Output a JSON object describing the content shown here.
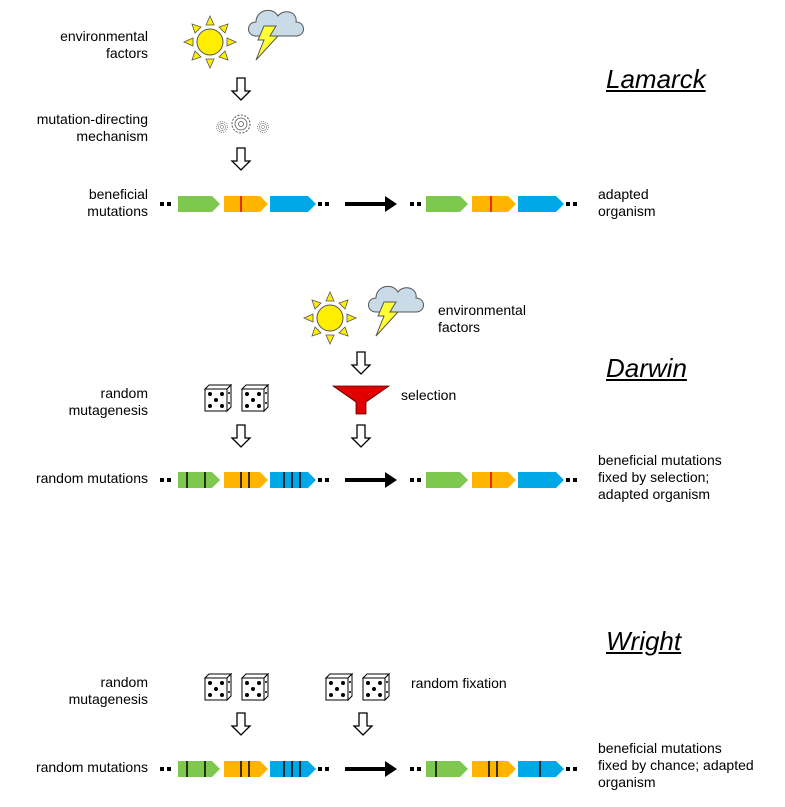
{
  "colors": {
    "green": "#7ec850",
    "orange": "#ffb400",
    "blue": "#00a8e8",
    "mutation_red": "#e00000",
    "sun": "#ffee00",
    "bolt": "#ffff33",
    "cloud": "#c8dbe6",
    "funnel": "#e00000"
  },
  "lamarck": {
    "title": "Lamarck",
    "env_label": "environmental\nfactors",
    "mechanism_label": "mutation-directing\nmechanism",
    "left_label": "beneficial\nmutations",
    "right_label": "adapted\norganism"
  },
  "darwin": {
    "title": "Darwin",
    "env_label": "environmental\nfactors",
    "mutagenesis_label": "random\nmutagenesis",
    "selection_label": "selection",
    "left_label": "random mutations",
    "right_label": "beneficial mutations\nfixed by selection;\nadapted organism"
  },
  "wright": {
    "title": "Wright",
    "mutagenesis_label": "random\nmutagenesis",
    "fixation_label": "random fixation",
    "left_label": "random mutations",
    "right_label": "beneficial mutations\nfixed by chance; adapted\norganism"
  },
  "icons": [
    "sun-icon",
    "storm-cloud-icon",
    "gears-icon",
    "dice-icon",
    "funnel-icon",
    "hollow-arrow-icon",
    "bold-arrow-icon"
  ]
}
